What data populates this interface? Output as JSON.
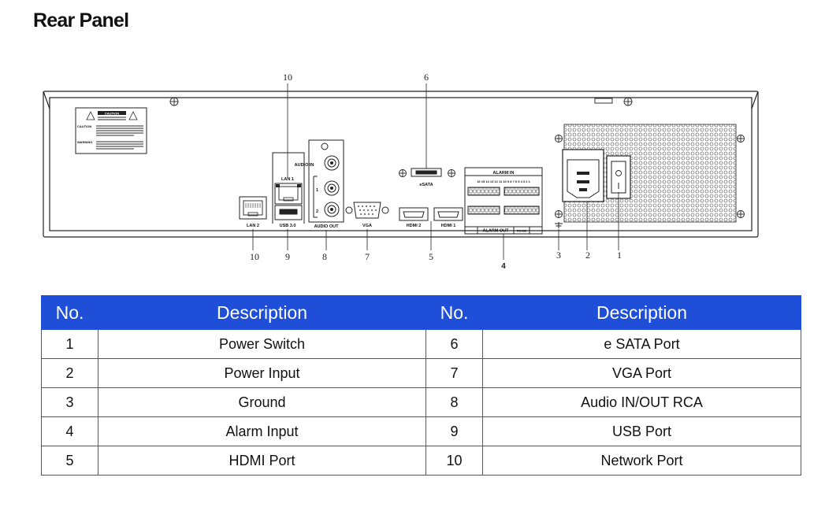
{
  "page": {
    "title": "Rear Panel"
  },
  "diagram": {
    "callouts": [
      "1",
      "2",
      "3",
      "4",
      "5",
      "6",
      "7",
      "8",
      "9",
      "10",
      "10"
    ],
    "port_labels": {
      "lan2": "LAN 2",
      "lan1": "LAN 1",
      "usb": "USB 3.0",
      "audio_in": "AUDIO IN",
      "audio_out": "AUDIO OUT",
      "audio_ch1": "1",
      "audio_ch2": "2",
      "vga": "VGA",
      "hdmi2": "HDMI 2",
      "hdmi1": "HDMI 1",
      "esata": "eSATA",
      "alarm_in": "ALARM IN",
      "alarm_out": "ALARM OUT",
      "caution": "CAUTION",
      "warning": "WARNING",
      "alarm_in_numbers": "16 15 14 13 12 11 10 9   8 7 6 5 4 3 2 1",
      "rs485": "RS-485"
    }
  },
  "table": {
    "headers": [
      "No.",
      "Description",
      "No.",
      "Description"
    ],
    "rows": [
      [
        "1",
        "Power Switch",
        "6",
        "e SATA Port"
      ],
      [
        "2",
        "Power Input",
        "7",
        "VGA Port"
      ],
      [
        "3",
        "Ground",
        "8",
        "Audio IN/OUT RCA"
      ],
      [
        "4",
        "Alarm Input",
        "9",
        "USB Port"
      ],
      [
        "5",
        "HDMI Port",
        "10",
        "Network Port"
      ]
    ]
  }
}
